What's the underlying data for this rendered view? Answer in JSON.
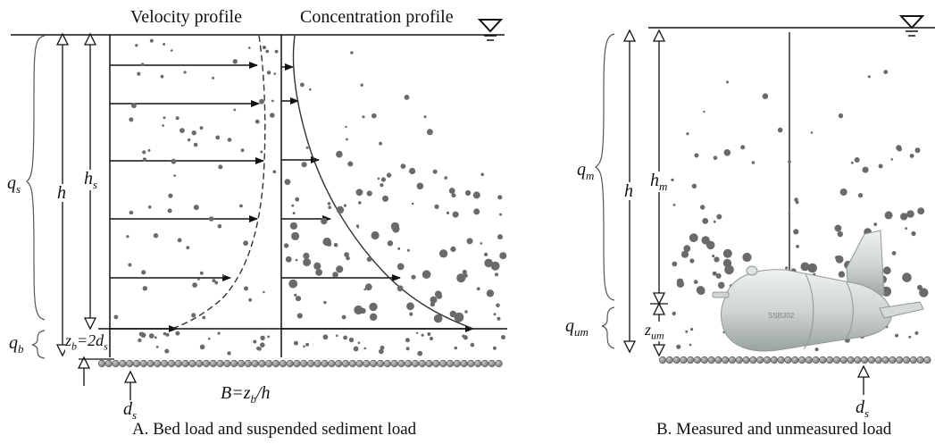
{
  "panel_a": {
    "velocity_title": "Velocity profile",
    "concentration_title": "Concentration profile",
    "labels": {
      "q_s": "q",
      "q_s_sub": "s",
      "h": "h",
      "h_s": "h",
      "h_s_sub": "s",
      "q_b": "q",
      "q_b_sub": "b",
      "z_b_eq": "z",
      "z_b_sub": "b",
      "z_b_rhs": "=2d",
      "z_b_rhs_sub": "s",
      "d_s": "d",
      "d_s_sub": "s",
      "B_eq": "B=z",
      "B_sub": "b",
      "B_rhs": "/h"
    },
    "caption": "A. Bed load and suspended sediment load"
  },
  "panel_b": {
    "labels": {
      "q_m": "q",
      "q_m_sub": "m",
      "h": "h",
      "h_m": "h",
      "h_m_sub": "m",
      "q_um": "q",
      "q_um_sub": "um",
      "z_um": "z",
      "z_um_sub": "um",
      "d_s": "d",
      "d_s_sub": "s"
    },
    "caption": "B. Measured and unmeasured load",
    "sampler_marking": "SSB302"
  },
  "colors": {
    "line": "#111111",
    "particle": "#666666",
    "bed": "#8a8a8a",
    "sampler_body": "#cfd5d3"
  },
  "icons": [
    "water-surface-icon",
    "water-surface-icon-b",
    "up-arrow-icon"
  ]
}
